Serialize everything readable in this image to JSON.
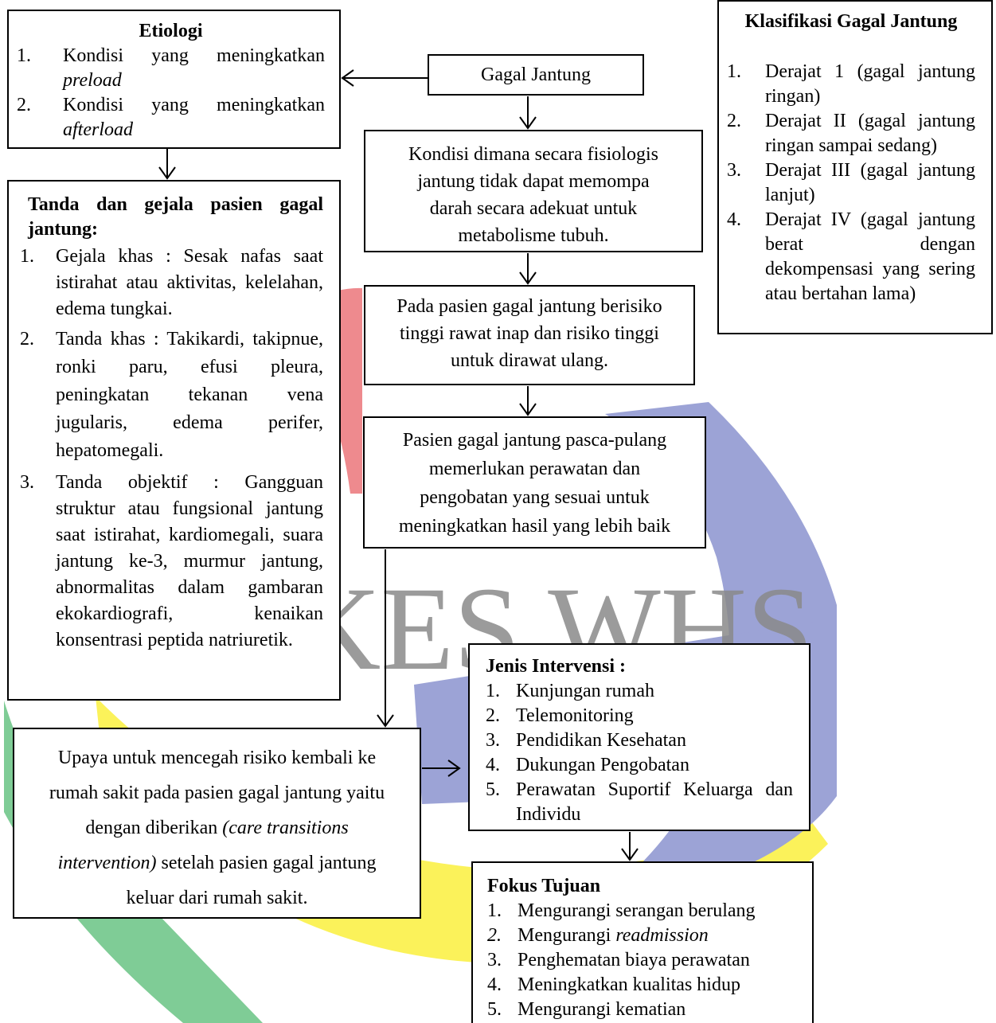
{
  "etiologi": {
    "title": "Etiologi",
    "items": [
      {
        "num": "1.",
        "text": "Kondisi yang meningkatkan",
        "italic": "preload"
      },
      {
        "num": "2.",
        "text": "Kondisi yang meningkatkan",
        "italic": "afterload"
      }
    ]
  },
  "gagal_jantung": {
    "label": "Gagal Jantung"
  },
  "definisi": {
    "lines": [
      "Kondisi dimana secara fisiologis",
      "jantung tidak dapat memompa",
      "darah secara adekuat untuk",
      "metabolisme tubuh."
    ]
  },
  "risiko": {
    "lines": [
      "Pada pasien gagal jantung berisiko",
      "tinggi rawat inap dan risiko tinggi",
      "untuk dirawat ulang."
    ]
  },
  "pasca_pulang": {
    "lines": [
      "Pasien gagal jantung pasca-pulang",
      "memerlukan perawatan dan",
      "pengobatan yang sesuai untuk",
      "meningkatkan hasil yang lebih baik"
    ]
  },
  "klasifikasi": {
    "title": "Klasifikasi Gagal Jantung",
    "items": [
      {
        "num": "1.",
        "text": "Derajat 1 (gagal jantung ringan)"
      },
      {
        "num": "2.",
        "text": "Derajat II (gagal jantung ringan sampai sedang)"
      },
      {
        "num": "3.",
        "text": "Derajat III (gagal jantung lanjut)"
      },
      {
        "num": "4.",
        "text": "Derajat IV (gagal jantung berat dengan dekompensasi yang sering atau bertahan lama)"
      }
    ]
  },
  "tanda": {
    "title": "Tanda dan gejala pasien gagal jantung:",
    "items": [
      {
        "num": "1.",
        "text": "Gejala khas : Sesak nafas saat istirahat atau aktivitas, kelelahan, edema tungkai."
      },
      {
        "num": "2.",
        "text": "Tanda khas : Takikardi, takipnue, ronki paru, efusi pleura, peningkatan tekanan vena jugularis, edema perifer, hepatomegali."
      },
      {
        "num": "3.",
        "text": "Tanda objektif : Gangguan struktur atau fungsional jantung saat istirahat, kardiomegali, suara jantung ke-3, murmur jantung, abnormalitas dalam gambaran ekokardiografi, kenaikan konsentrasi peptida natriuretik."
      }
    ]
  },
  "upaya": {
    "line1": "Upaya untuk mencegah risiko kembali ke",
    "line2": "rumah sakit pada pasien gagal jantung yaitu",
    "line3a": "dengan diberikan ",
    "line3b": "(care transitions",
    "line4a": "intervention)",
    "line4b": " setelah pasien gagal jantung",
    "line5": "keluar dari rumah sakit."
  },
  "intervensi": {
    "title": "Jenis Intervensi :",
    "items": [
      {
        "num": "1.",
        "text": "Kunjungan rumah"
      },
      {
        "num": "2.",
        "text": "Telemonitoring"
      },
      {
        "num": "3.",
        "text": "Pendidikan Kesehatan"
      },
      {
        "num": "4.",
        "text": "Dukungan Pengobatan"
      },
      {
        "num": "5.",
        "text": "Perawatan Suportif Keluarga dan Individu"
      }
    ]
  },
  "fokus": {
    "title": "Fokus Tujuan",
    "items": [
      {
        "num": "1.",
        "text": "Mengurangi serangan berulang"
      },
      {
        "num": "2.",
        "text": "Mengurangi ",
        "italic": "readmission"
      },
      {
        "num": "3.",
        "text": "Penghematan biaya perawatan"
      },
      {
        "num": "4.",
        "text": "Meningkatkan kualitas hidup"
      },
      {
        "num": "5.",
        "text": "Mengurangi kematian"
      }
    ]
  },
  "watermark": {
    "text": "KES WHS"
  },
  "colors": {
    "red": "#ee8a8e",
    "blue": "#9ca3d6",
    "yellow": "#fbf25a",
    "green": "#7fcc96",
    "gray": "#8a8a8a"
  }
}
